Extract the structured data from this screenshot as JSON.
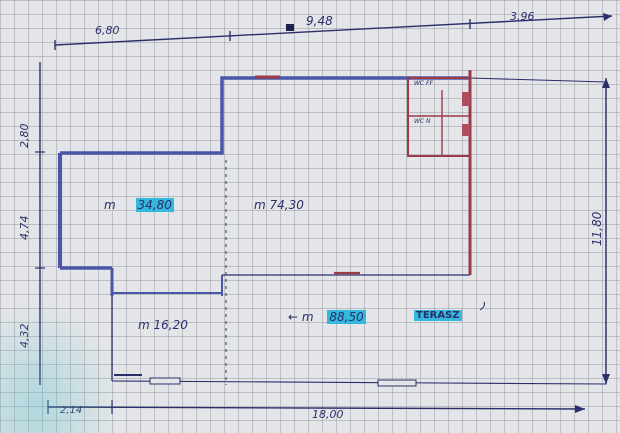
{
  "dimensions": {
    "top_left": "6,80",
    "top_mid": "9,48",
    "top_right": "3,96",
    "left_upper": "2,80",
    "left_mid": "4,74",
    "left_lower": "4,32",
    "right_height": "11,80",
    "bottom_left": "2,14",
    "bottom_total": "18,00"
  },
  "rooms": {
    "left_room_prefix": "m",
    "left_room_area": "34,80",
    "main_room": "m 74,30",
    "lower_room": "m 16,20",
    "terrace_area_prefix": "← m",
    "terrace_area": "88,50",
    "terrace_label": "TERASZ",
    "wc_top": "WC FF",
    "wc_bottom": "WC N"
  },
  "colors": {
    "ink": "#2a2f6a",
    "wall_blue": "#4b56a8",
    "wall_red": "#9b3b48",
    "highlight": "#35b8dd"
  }
}
